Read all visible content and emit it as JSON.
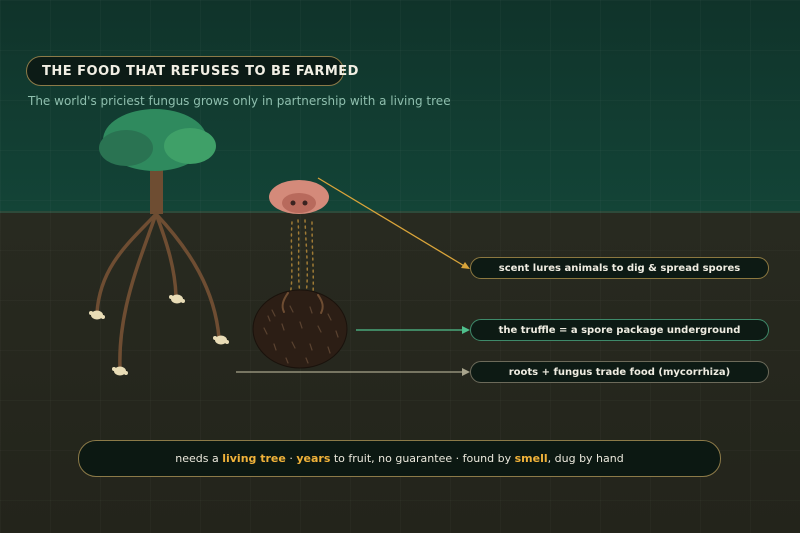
{
  "title": "THE FOOD THAT REFUSES TO BE FARMED",
  "subtitle": "The world's priciest fungus grows only in partnership with a living tree",
  "callouts": {
    "scent": "scent lures animals to dig & spread spores",
    "truffle": "the truffle = a spore package underground",
    "roots": "roots + fungus trade food (mycorrhiza)"
  },
  "footer": {
    "p1": "needs a ",
    "h1": "living tree",
    "p2": " · ",
    "h2": "years",
    "p3": " to fruit, no guarantee · found by ",
    "h3": "smell",
    "p4": ", dug by hand"
  },
  "colors": {
    "sky": "#134437",
    "soil": "#23241b",
    "accent": "#f0b23a",
    "scent_line": "#d9a43a",
    "truffle_line": "#4fc08d",
    "roots_line": "#a8a48c",
    "canopy": "#2f8a5e",
    "root": "#6e4d32",
    "pig": "#d48a7a"
  },
  "icons": [
    "tree-icon",
    "pig-snout-icon",
    "truffle-icon",
    "spore-nodule-icon"
  ]
}
